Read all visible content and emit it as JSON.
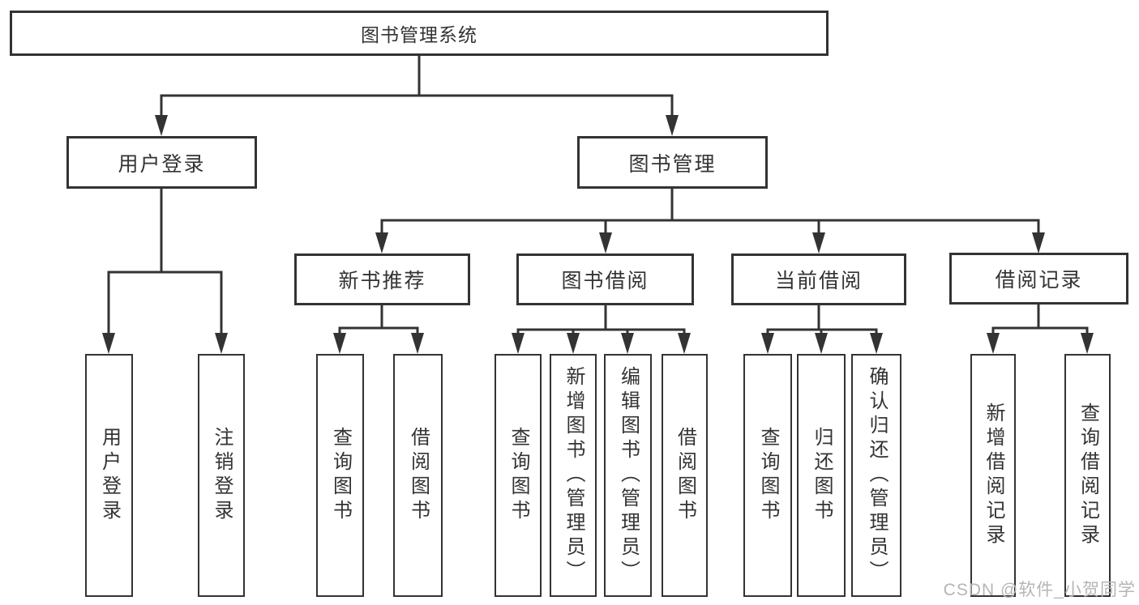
{
  "root": {
    "label": "图书管理系统"
  },
  "branches": [
    {
      "label": "用户登录",
      "children": [
        {
          "label": "用户登录"
        },
        {
          "label": "注销登录"
        }
      ]
    },
    {
      "label": "图书管理",
      "children": [
        {
          "label": "新书推荐",
          "children": [
            {
              "label": "查询图书"
            },
            {
              "label": "借阅图书"
            }
          ]
        },
        {
          "label": "图书借阅",
          "children": [
            {
              "label": "查询图书"
            },
            {
              "label": "新增图书（管理员）"
            },
            {
              "label": "编辑图书（管理员）"
            },
            {
              "label": "借阅图书"
            }
          ]
        },
        {
          "label": "当前借阅",
          "children": [
            {
              "label": "查询图书"
            },
            {
              "label": "归还图书"
            },
            {
              "label": "确认归还（管理员）"
            }
          ]
        },
        {
          "label": "借阅记录",
          "children": [
            {
              "label": "新增借阅记录"
            },
            {
              "label": "查询借阅记录"
            }
          ]
        }
      ]
    }
  ],
  "watermark": "CSDN @软件_小贺同学",
  "colors": {
    "line": "#333333",
    "text": "#333333",
    "background": "#ffffff",
    "watermark": "#b5b5b5"
  }
}
